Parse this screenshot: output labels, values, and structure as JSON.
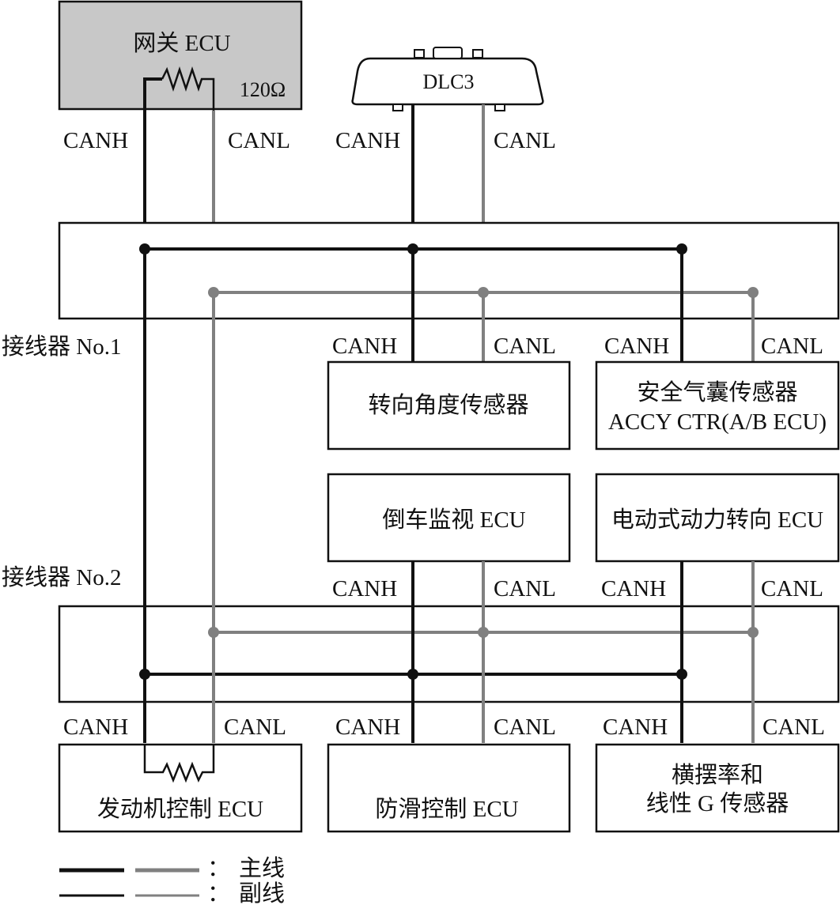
{
  "colors": {
    "main_line": "#111111",
    "sub_line": "#808080",
    "gateway_fill": "#c8c8c8"
  },
  "gateway": {
    "label": "网关 ECU",
    "resistor": "120Ω"
  },
  "dlc3": {
    "label": "DLC3"
  },
  "connector1": {
    "label": "接线器 No.1"
  },
  "connector2": {
    "label": "接线器 No.2"
  },
  "signals": {
    "canh": "CANH",
    "canl": "CANL"
  },
  "ecus": {
    "steering_angle": {
      "line1": "转向角度传感器"
    },
    "airbag": {
      "line1": "安全气囊传感器",
      "line2": "ACCY CTR(A/B ECU)"
    },
    "reverse_monitor": {
      "line1": "倒车监视 ECU"
    },
    "eps": {
      "line1": "电动式动力转向 ECU"
    },
    "engine": {
      "line1": "发动机控制 ECU"
    },
    "skid": {
      "line1": "防滑控制 ECU"
    },
    "yaw": {
      "line1": "横摆率和",
      "line2": "线性 G 传感器"
    }
  },
  "legend": {
    "colon": "：",
    "main": "主线",
    "sub": "副线"
  }
}
